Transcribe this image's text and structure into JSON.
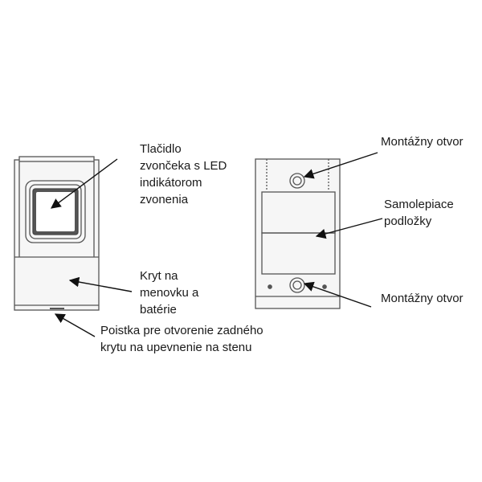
{
  "labels": {
    "button": "Tlačidlo\nzvončeka s LED\nindikátorom\nzvonenia",
    "cover": "Kryt na\nmenovku a\nbatérie",
    "latch": "Poistka pre otvorenie zadného\nkrytu na upevnenie na stenu",
    "mount_top": "Montážny otvor",
    "adhesive": "Samolepiace\npodložky",
    "mount_bottom": "Montážny otvor"
  },
  "colors": {
    "line": "#555555",
    "device_fill": "#f6f6f6",
    "arrow": "#111111"
  }
}
